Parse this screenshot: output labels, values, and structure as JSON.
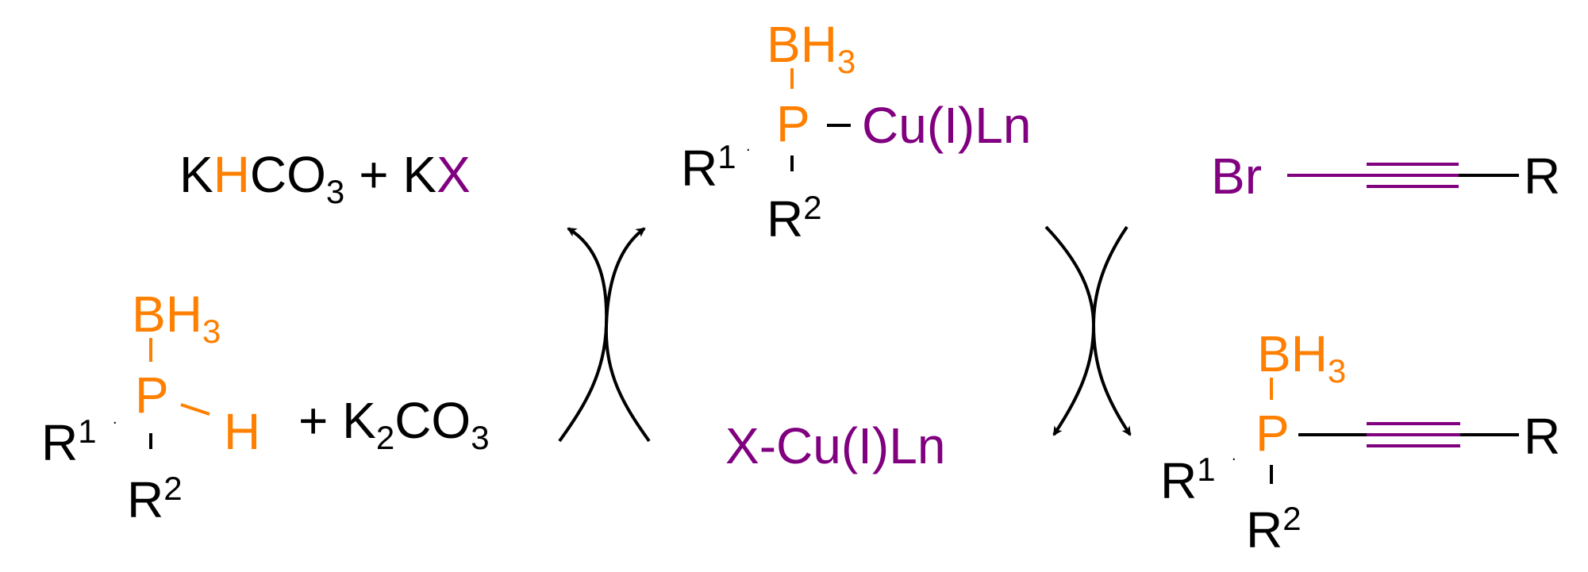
{
  "colors": {
    "black": "#000000",
    "orange": "#ff7f00",
    "purple": "#800080"
  },
  "labels": {
    "bh3_main": "BH",
    "bh3_sub": "3",
    "p": "P",
    "h": "H",
    "cu": "Cu(I)Ln",
    "r1_main": "R",
    "r1_sup": "1",
    "r2_main": "R",
    "r2_sup": "2",
    "r": "R",
    "br": "Br",
    "xcu": "X-Cu(I)Ln",
    "khco3_k": "K",
    "khco3_h": "H",
    "khco3_co": "CO",
    "khco3_sub": "3",
    "plus_kx": "+ K",
    "kx_x": "X",
    "plus_k2": "+ K",
    "k2_sub": "2",
    "co3_co": "CO",
    "co3_sub": "3"
  }
}
